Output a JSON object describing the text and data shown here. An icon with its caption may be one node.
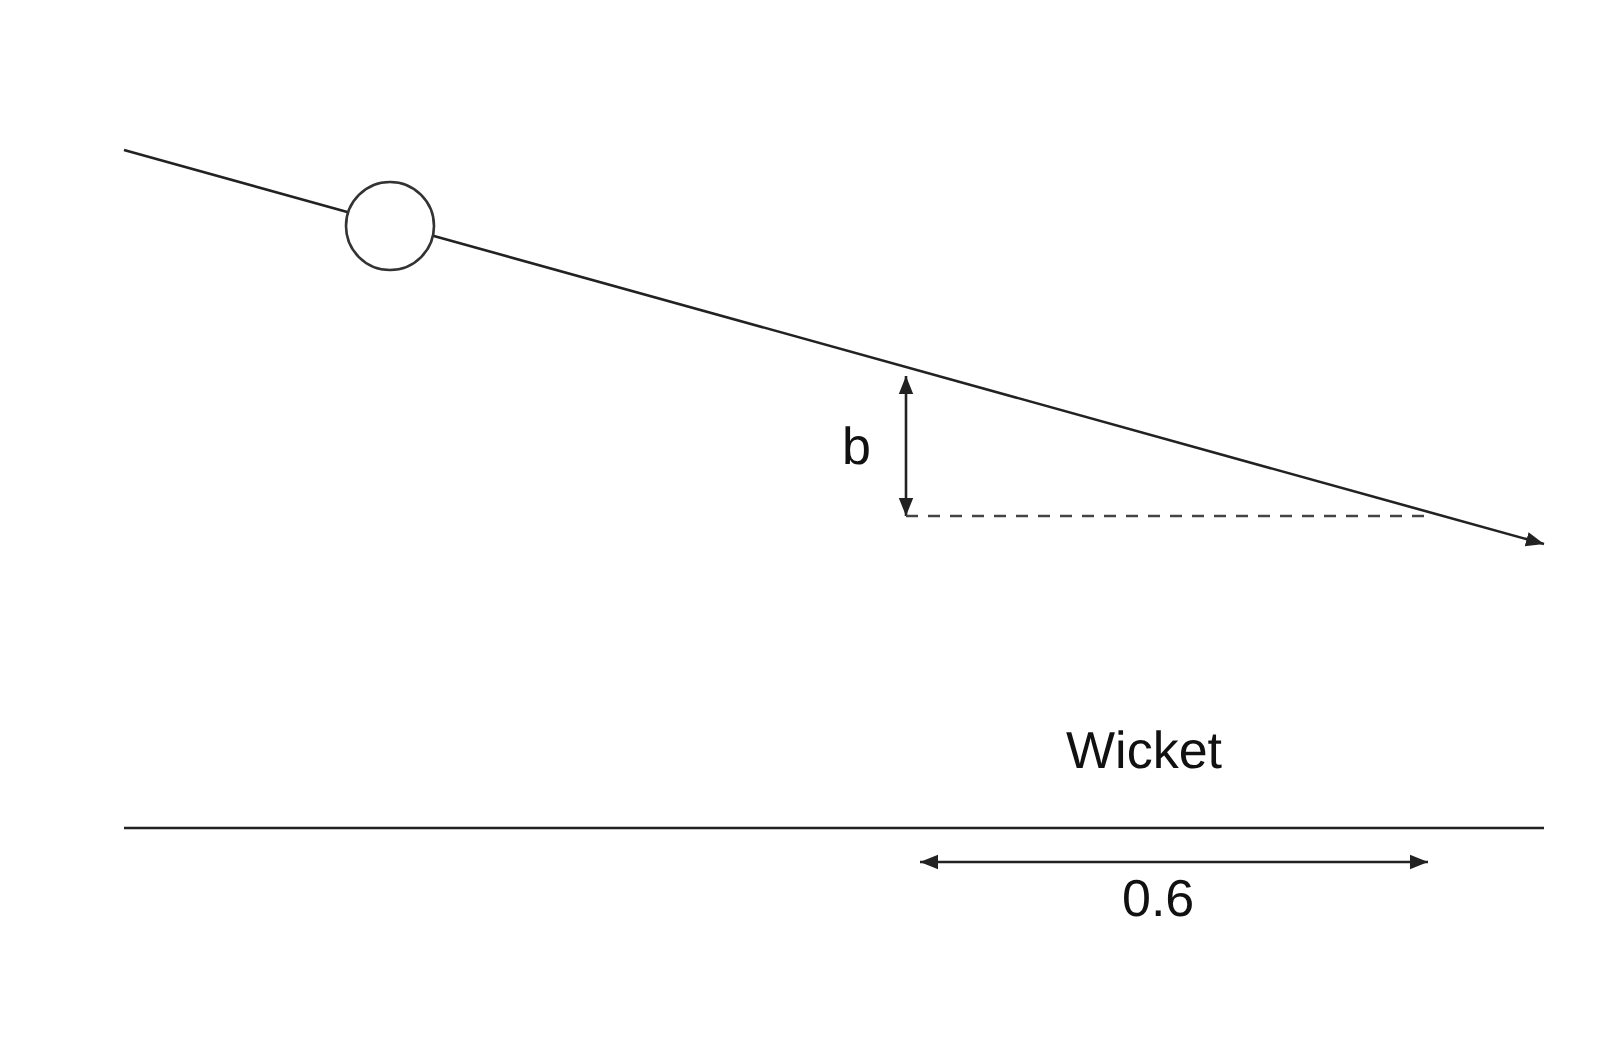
{
  "diagram": {
    "labels": [
      "b",
      "Wicket",
      "0.6"
    ]
  }
}
